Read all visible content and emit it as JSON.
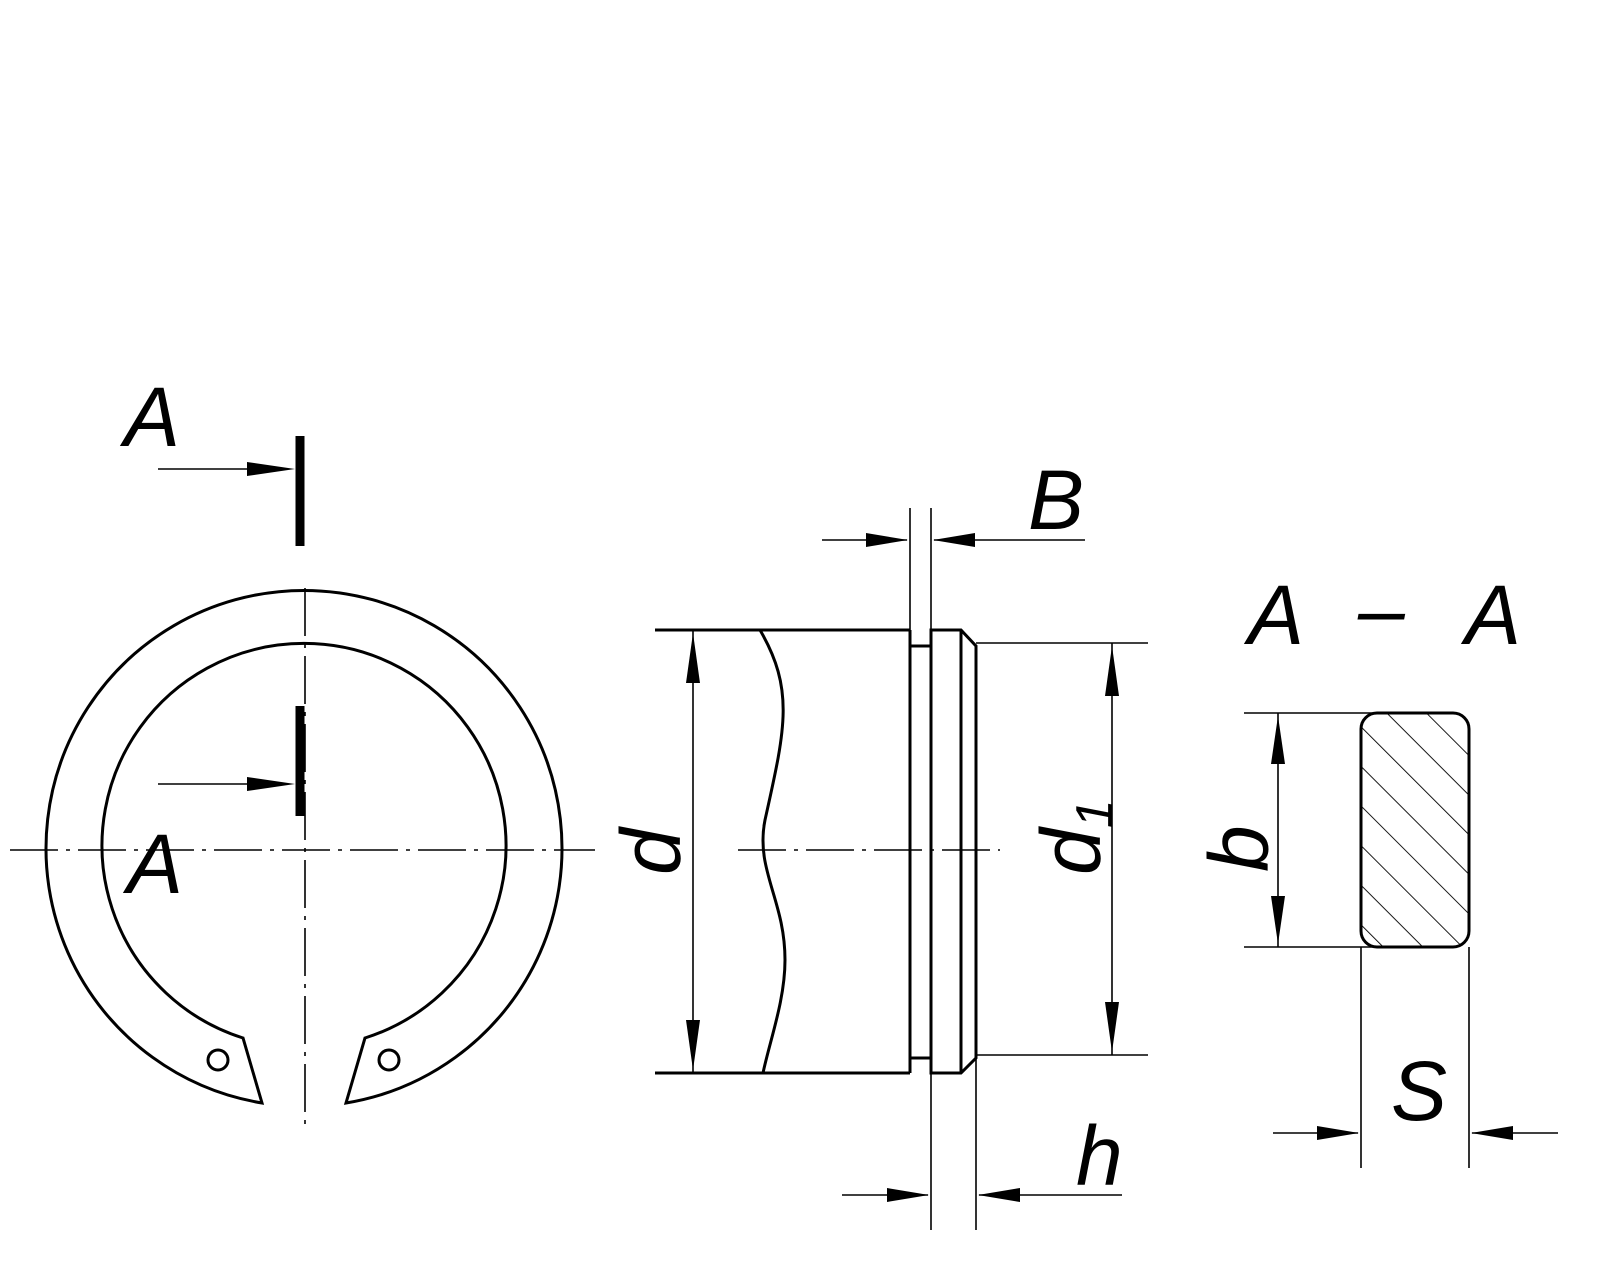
{
  "labels": {
    "section_top": "A",
    "section_bottom": "A",
    "B": "B",
    "d": "d",
    "d1": "d",
    "d1_sub": "1",
    "h": "h",
    "b": "b",
    "S": "S",
    "section_title_left": "A",
    "section_title_dash": "–",
    "section_title_right": "A"
  }
}
